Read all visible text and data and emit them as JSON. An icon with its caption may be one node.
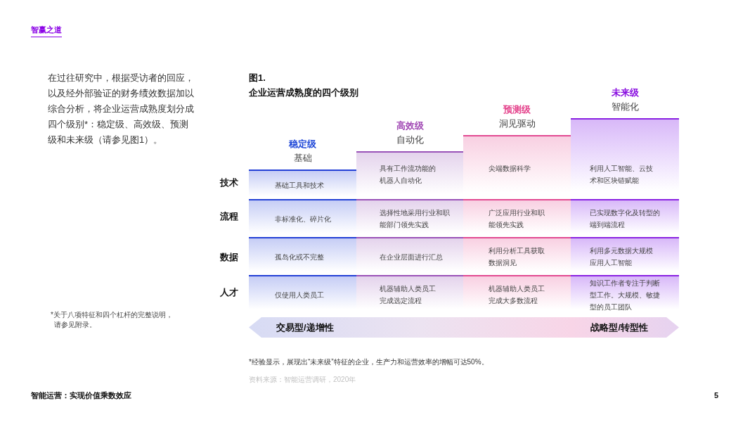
{
  "diagram": {
    "title": "企业运营成熟度的四个级别",
    "nodes": [
      {
        "text": [
          "稳定级",
          "基础"
        ]
      },
      {
        "text": [
          "基础工具和技术"
        ],
        "in": 0
      },
      {
        "text": [
          "非标准化、碎片化"
        ],
        "in": 0
      },
      {
        "text": [
          "孤岛化或不完整"
        ],
        "in": 0
      },
      {
        "text": [
          "仅使用人类员工"
        ],
        "in": 0
      },
      {
        "text": [
          "高效级",
          "自动化"
        ]
      },
      {
        "text": [
          "具有工作流功能的机器人自动化"
        ],
        "in": 5
      },
      {
        "text": [
          "选择性地采用行业和职能部门领先实践"
        ],
        "in": 5
      },
      {
        "text": [
          "在企业层面进行汇总"
        ],
        "in": 5
      },
      {
        "text": [
          "机器辅助人类员工完成选定流程"
        ],
        "in": 5
      },
      {
        "text": [
          "预测级",
          "洞见驱动"
        ]
      },
      {
        "text": [
          "尖端数据科学"
        ],
        "in": 10
      },
      {
        "text": [
          "广泛应用行业和职能领先实践"
        ],
        "in": 10
      },
      {
        "text": [
          "利用分析工具获取数据洞见"
        ],
        "in": 10
      },
      {
        "text": [
          "机器辅助人类员工完成大多数流程"
        ],
        "in": 10
      },
      {
        "text": [
          "未来级",
          "智能化"
        ]
      },
      {
        "text": [
          "利用人工智能、云技术和区块链赋能"
        ],
        "in": 15
      },
      {
        "text": [
          "已实现数字化及转型的端到端流程"
        ],
        "in": 15
      },
      {
        "text": [
          "利用多元数据大规模应用人工智能"
        ],
        "in": 15
      },
      {
        "text": [
          "知识工作者专注于判断型工作。大规模、敏捷型的员工团队"
        ],
        "in": 15
      },
      {
        "text": [
          "交易型/递增性",
          "战略型/转型性"
        ]
      }
    ],
    "labels": [
      "智赢之道",
      "在过往研究中，根据受访者的回应，以及经外部验证的财务绩效数据加以综合分析，将企业运营成熟度划分成四个级别*：稳定级、高效级、预测级和未来级（请参见图1）。",
      "图1.",
      "技术",
      "流程",
      "数据",
      "人才",
      "*关于八项特征和四个杠杆的完整说明，请参见附录。",
      "*经验显示，展现出“未来级”特征的企业，生产力和运营效率的增幅可达50%。",
      "资料来源：智能运营调研，2020年",
      "智能运营：实现价值乘数效应",
      "5"
    ]
  }
}
